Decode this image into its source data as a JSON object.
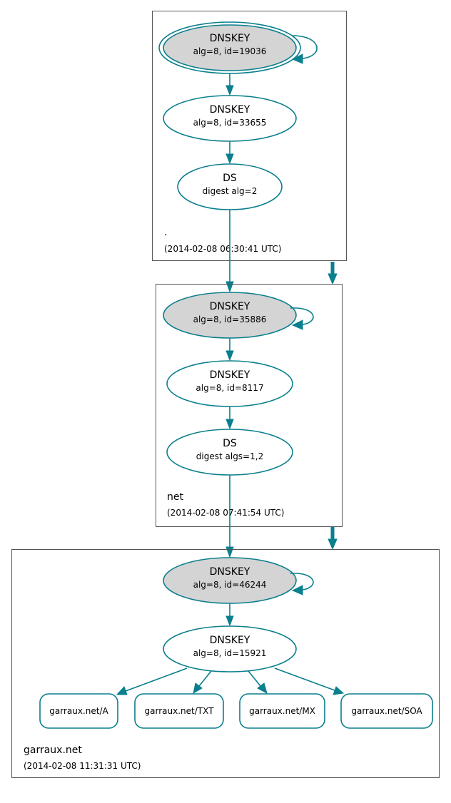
{
  "zones": [
    {
      "name": ".",
      "timestamp": "(2014-02-08 06:30:41 UTC)",
      "nodes": [
        {
          "title": "DNSKEY",
          "sub": "alg=8, id=19036"
        },
        {
          "title": "DNSKEY",
          "sub": "alg=8, id=33655"
        },
        {
          "title": "DS",
          "sub": "digest alg=2"
        }
      ]
    },
    {
      "name": "net",
      "timestamp": "(2014-02-08 07:41:54 UTC)",
      "nodes": [
        {
          "title": "DNSKEY",
          "sub": "alg=8, id=35886"
        },
        {
          "title": "DNSKEY",
          "sub": "alg=8, id=8117"
        },
        {
          "title": "DS",
          "sub": "digest algs=1,2"
        }
      ]
    },
    {
      "name": "garraux.net",
      "timestamp": "(2014-02-08 11:31:31 UTC)",
      "nodes": [
        {
          "title": "DNSKEY",
          "sub": "alg=8, id=46244"
        },
        {
          "title": "DNSKEY",
          "sub": "alg=8, id=15921"
        }
      ],
      "rrsets": [
        "garraux.net/A",
        "garraux.net/TXT",
        "garraux.net/MX",
        "garraux.net/SOA"
      ]
    }
  ],
  "colors": {
    "edge": "#0a7f8d",
    "secure_entry_point_fill": "#d4d4d4"
  }
}
